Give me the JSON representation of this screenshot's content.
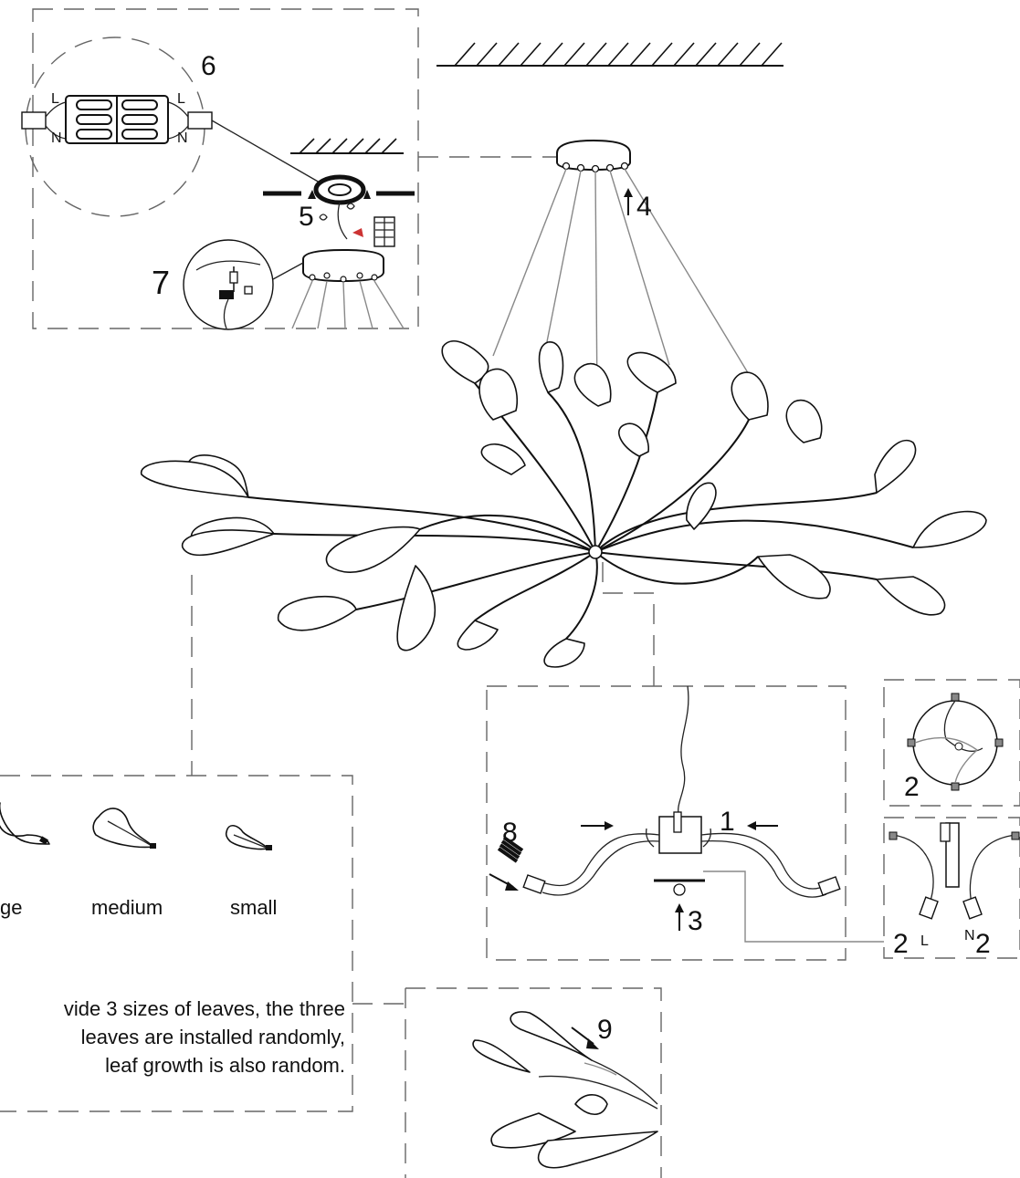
{
  "callouts": {
    "n1": "1",
    "n2a": "2",
    "n2b": "2",
    "n2c": "2",
    "n3": "3",
    "n4": "4",
    "n5": "5",
    "n6": "6",
    "n7": "7",
    "n8": "8",
    "n9": "9"
  },
  "wiring": {
    "live": "L",
    "neutral": "N"
  },
  "leaf_sizes": {
    "large": "ge",
    "medium": "medium",
    "small": "small"
  },
  "note": {
    "line1": "vide 3 sizes of leaves, the three",
    "line2": "leaves are installed randomly,",
    "line3": "leaf growth is also random."
  }
}
